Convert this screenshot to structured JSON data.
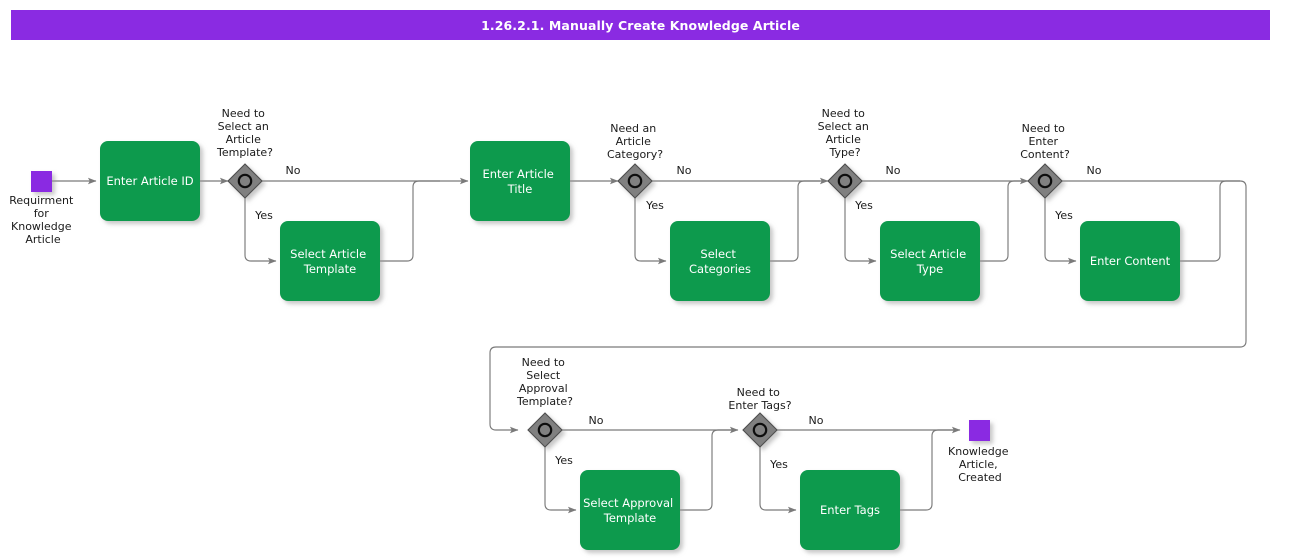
{
  "title": {
    "text": "1.26.2.1. Manually Create Knowledge Article",
    "bar_color": "#8A2BE2",
    "text_color": "#ffffff"
  },
  "colors": {
    "task_fill": "#0B9A4D",
    "task_text": "#ffffff",
    "gateway_fill": "#808080",
    "gateway_stroke": "#4d4d4d",
    "event_fill": "#8A2BE2",
    "connector": "#7a7a7a",
    "label_text": "#1a1a1a",
    "canvas": "#ffffff"
  },
  "start_event": {
    "name": "start-event",
    "caption_lines": [
      "Requirment",
      "for",
      "Knowledge",
      "Article"
    ]
  },
  "end_event": {
    "name": "end-event",
    "caption_lines": [
      "Knowledge",
      "Article,",
      "Created"
    ]
  },
  "tasks": [
    {
      "id": "enter-article-id",
      "lines": [
        "Enter Article ID"
      ]
    },
    {
      "id": "select-article-template",
      "lines": [
        "Select Article",
        "Template"
      ]
    },
    {
      "id": "enter-article-title",
      "lines": [
        "Enter Article",
        "Title"
      ]
    },
    {
      "id": "select-categories",
      "lines": [
        "Select",
        "Categories"
      ]
    },
    {
      "id": "select-article-type",
      "lines": [
        "Select Article",
        "Type"
      ]
    },
    {
      "id": "enter-content",
      "lines": [
        "Enter Content"
      ]
    },
    {
      "id": "select-approval-template",
      "lines": [
        "Select Approval",
        "Template"
      ]
    },
    {
      "id": "enter-tags",
      "lines": [
        "Enter Tags"
      ]
    }
  ],
  "gateways": [
    {
      "id": "gw-article-template",
      "caption_lines": [
        "Need to",
        "Select an",
        "Article",
        "Template?"
      ],
      "yes_label": "Yes",
      "no_label": "No"
    },
    {
      "id": "gw-article-category",
      "caption_lines": [
        "Need an",
        "Article",
        "Category?"
      ],
      "yes_label": "Yes",
      "no_label": "No"
    },
    {
      "id": "gw-article-type",
      "caption_lines": [
        "Need to",
        "Select an",
        "Article",
        "Type?"
      ],
      "yes_label": "Yes",
      "no_label": "No"
    },
    {
      "id": "gw-enter-content",
      "caption_lines": [
        "Need to",
        "Enter",
        "Content?"
      ],
      "yes_label": "Yes",
      "no_label": "No"
    },
    {
      "id": "gw-approval-template",
      "caption_lines": [
        "Need to",
        "Select",
        "Approval",
        "Template?"
      ],
      "yes_label": "Yes",
      "no_label": "No"
    },
    {
      "id": "gw-enter-tags",
      "caption_lines": [
        "Need to",
        "Enter Tags?"
      ],
      "yes_label": "Yes",
      "no_label": "No"
    }
  ]
}
